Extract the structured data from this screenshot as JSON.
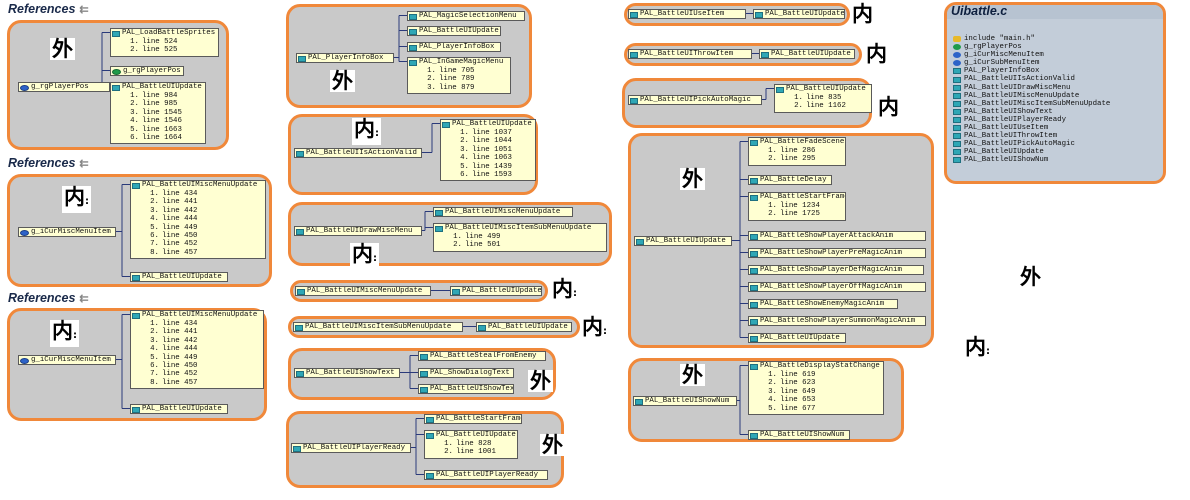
{
  "headers": {
    "references": "References",
    "file_title": "Uibattle.c"
  },
  "labels": {
    "wai": "外",
    "nei": "内",
    "colon": ":"
  },
  "diagrams": {
    "g1": {
      "caller": "g_rgPlayerPos",
      "callees": [
        {
          "name": "PAL_LoadBattleSprites",
          "lines": [
            "line 524",
            "line 525"
          ]
        },
        {
          "name": "g_rgPlayerPos",
          "lines": []
        },
        {
          "name": "PAL_BattleUIUpdate",
          "lines": [
            "line 984",
            "line 985",
            "line 1545",
            "line 1546",
            "line 1663",
            "line 1664"
          ]
        }
      ]
    },
    "g2": {
      "caller": "g_iCurMiscMenuItem",
      "callees": [
        {
          "name": "PAL_BattleUIMiscMenuUpdate",
          "lines": [
            "line 434",
            "line 441",
            "line 442",
            "line 444",
            "line 449",
            "line 450",
            "line 452",
            "line 457"
          ]
        },
        {
          "name": "PAL_BattleUIUpdate",
          "lines": []
        }
      ]
    },
    "g3": {
      "caller": "g_iCurMiscMenuItem",
      "callees": [
        {
          "name": "PAL_BattleUIMiscMenuUpdate",
          "lines": [
            "line 434",
            "line 441",
            "line 442",
            "line 444",
            "line 449",
            "line 450",
            "line 452",
            "line 457"
          ]
        },
        {
          "name": "PAL_BattleUIUpdate",
          "lines": []
        }
      ]
    },
    "m1": {
      "caller": "PAL_PlayerInfoBox",
      "callees": [
        {
          "name": "PAL_MagicSelectionMenu",
          "lines": []
        },
        {
          "name": "PAL_BattleUIUpdate",
          "lines": []
        },
        {
          "name": "PAL_PlayerInfoBox",
          "lines": []
        },
        {
          "name": "PAL_InGameMagicMenu",
          "lines": [
            "line 705",
            "line 789",
            "line 879"
          ]
        }
      ]
    },
    "m2": {
      "caller": "PAL_BattleUIIsActionValid",
      "callees": [
        {
          "name": "PAL_BattleUIUpdate",
          "lines": [
            "line 1037",
            "line 1044",
            "line 1051",
            "line 1063",
            "line 1439",
            "line 1593"
          ]
        }
      ]
    },
    "m3": {
      "caller": "PAL_BattleUIDrawMiscMenu",
      "callees": [
        {
          "name": "PAL_BattleUIMiscMenuUpdate",
          "lines": []
        },
        {
          "name": "PAL_BattleUIMiscItemSubMenuUpdate",
          "lines": [
            "line 499",
            "line 501"
          ]
        }
      ]
    },
    "m4": {
      "caller": "PAL_BattleUIMiscMenuUpdate",
      "callees": [
        {
          "name": "PAL_BattleUIUpdate",
          "lines": []
        }
      ]
    },
    "m5": {
      "caller": "PAL_BattleUIMiscItemSubMenuUpdate",
      "callees": [
        {
          "name": "PAL_BattleUIUpdate",
          "lines": []
        }
      ]
    },
    "m6": {
      "caller": "PAL_BattleUIShowText",
      "callees": [
        {
          "name": "PAL_BattleStealFromEnemy",
          "lines": []
        },
        {
          "name": "PAL_ShowDialogText",
          "lines": []
        },
        {
          "name": "PAL_BattleUIShowText",
          "lines": []
        }
      ]
    },
    "m7": {
      "caller": "PAL_BattleUIPlayerReady",
      "callees": [
        {
          "name": "PAL_BattleStartFrame",
          "lines": []
        },
        {
          "name": "PAL_BattleUIUpdate",
          "lines": [
            "line 828",
            "line 1001"
          ]
        },
        {
          "name": "PAL_BattleUIPlayerReady",
          "lines": []
        }
      ]
    },
    "r1": {
      "caller": "PAL_BattleUIUseItem",
      "callees": [
        {
          "name": "PAL_BattleUIUpdate",
          "lines": []
        }
      ]
    },
    "r2": {
      "caller": "PAL_BattleUIThrowItem",
      "callees": [
        {
          "name": "PAL_BattleUIUpdate",
          "lines": []
        }
      ]
    },
    "r3": {
      "caller": "PAL_BattleUIPickAutoMagic",
      "callees": [
        {
          "name": "PAL_BattleUIUpdate",
          "lines": [
            "line 835",
            "line 1162"
          ]
        }
      ]
    },
    "r4": {
      "caller": "PAL_BattleUIUpdate",
      "callees": [
        {
          "name": "PAL_BattleFadeScene",
          "lines": [
            "line 286",
            "line 295"
          ]
        },
        {
          "name": "PAL_BattleDelay",
          "lines": []
        },
        {
          "name": "PAL_BattleStartFrame",
          "lines": [
            "line 1234",
            "line 1725"
          ]
        },
        {
          "name": "PAL_BattleShowPlayerAttackAnim",
          "lines": []
        },
        {
          "name": "PAL_BattleShowPlayerPreMagicAnim",
          "lines": []
        },
        {
          "name": "PAL_BattleShowPlayerDefMagicAnim",
          "lines": []
        },
        {
          "name": "PAL_BattleShowPlayerOffMagicAnim",
          "lines": []
        },
        {
          "name": "PAL_BattleShowEnemyMagicAnim",
          "lines": []
        },
        {
          "name": "PAL_BattleShowPlayerSummonMagicAnim",
          "lines": []
        },
        {
          "name": "PAL_BattleUIUpdate",
          "lines": []
        }
      ]
    },
    "r5": {
      "caller": "PAL_BattleUIShowNum",
      "callees": [
        {
          "name": "PAL_BattleDisplayStatChange",
          "lines": [
            "line 619",
            "line 623",
            "line 649",
            "line 653",
            "line 677"
          ]
        },
        {
          "name": "PAL_BattleUIShowNum",
          "lines": []
        }
      ]
    }
  },
  "file_symbols": [
    {
      "icon": "include",
      "text": "include \"main.h\""
    },
    {
      "icon": "green",
      "text": "g_rgPlayerPos"
    },
    {
      "icon": "blue",
      "text": "g_iCurMiscMenuItem"
    },
    {
      "icon": "blue",
      "text": "g_iCurSubMenuItem"
    },
    {
      "icon": "fn",
      "text": "PAL_PlayerInfoBox"
    },
    {
      "icon": "fn",
      "text": "PAL_BattleUIIsActionValid"
    },
    {
      "icon": "fn",
      "text": "PAL_BattleUIDrawMiscMenu"
    },
    {
      "icon": "fn",
      "text": "PAL_BattleUIMiscMenuUpdate"
    },
    {
      "icon": "fn",
      "text": "PAL_BattleUIMiscItemSubMenuUpdate"
    },
    {
      "icon": "fn",
      "text": "PAL_BattleUIShowText"
    },
    {
      "icon": "fn",
      "text": "PAL_BattleUIPlayerReady"
    },
    {
      "icon": "fn",
      "text": "PAL_BattleUIUseItem"
    },
    {
      "icon": "fn",
      "text": "PAL_BattleUIThrowItem"
    },
    {
      "icon": "fn",
      "text": "PAL_BattleUIPickAutoMagic"
    },
    {
      "icon": "fn",
      "text": "PAL_BattleUIUpdate"
    },
    {
      "icon": "fn",
      "text": "PAL_BattleUIShowNum"
    }
  ]
}
